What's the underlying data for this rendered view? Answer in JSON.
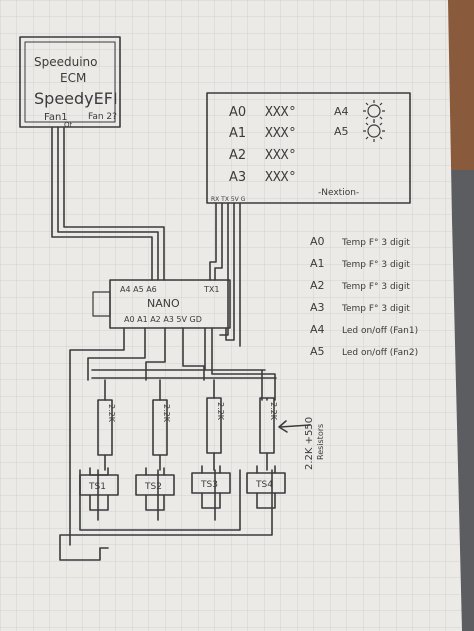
{
  "ecm": {
    "line1": "Speeduino",
    "line2": "ECM",
    "line3": "SpeedyEFI",
    "fan1": "Fan1",
    "fan1_sub": "Ot",
    "fan2": "Fan 2?"
  },
  "nextion": {
    "rows": [
      {
        "pin": "A0",
        "value": "XXX°"
      },
      {
        "pin": "A1",
        "value": "XXX°"
      },
      {
        "pin": "A2",
        "value": "XXX°"
      },
      {
        "pin": "A3",
        "value": "XXX°"
      }
    ],
    "leds": [
      {
        "pin": "A4"
      },
      {
        "pin": "A5"
      }
    ],
    "label": "-Nextion-",
    "pins": "RX TX 5V G"
  },
  "nano": {
    "label": "NANO",
    "top_pins": "A4 A5 A6",
    "tx": "TX1",
    "bottom_pins": "A0 A1 A2 A3 5V GD"
  },
  "legend": [
    {
      "pin": "A0",
      "desc": "Temp F° 3 digit"
    },
    {
      "pin": "A1",
      "desc": "Temp F° 3 digit"
    },
    {
      "pin": "A2",
      "desc": "Temp F° 3 digit"
    },
    {
      "pin": "A3",
      "desc": "Temp F° 3 digit"
    },
    {
      "pin": "A4",
      "desc": "Led  on/off (Fan1)"
    },
    {
      "pin": "A5",
      "desc": "Led  on/off (Fan2)"
    }
  ],
  "resistors": {
    "value": "2.2K",
    "note_line1": "2.2K +550",
    "note_line2": "Resistors"
  },
  "sensors": [
    "TS1",
    "TS2",
    "TS3",
    "TS4"
  ],
  "colors": {
    "paper": "#ebeae6",
    "grid": "#c8ccd1",
    "ink": "#3b3b3b",
    "carpet": "#5b5d60"
  }
}
